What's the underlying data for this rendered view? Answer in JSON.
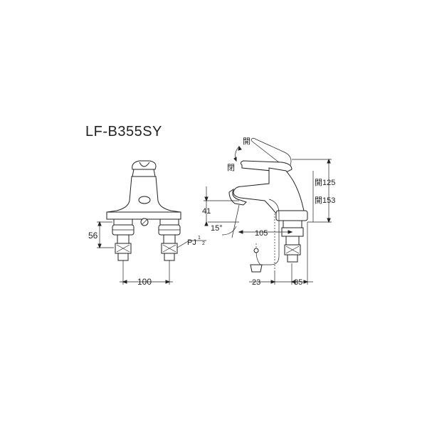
{
  "title": "LF-B355SY",
  "front_view": {
    "height_56": "56",
    "width_100": "100",
    "thread_label_main": "PJ",
    "thread_label_sup": "1",
    "thread_label_sub": "2"
  },
  "side_view": {
    "open_top": "開",
    "close_label": "閉",
    "open_125": "開125",
    "open_153": "開153",
    "dim_41": "41",
    "angle_15": "15°",
    "dim_105": "105",
    "dim_23": "23",
    "dim_35": "35"
  }
}
